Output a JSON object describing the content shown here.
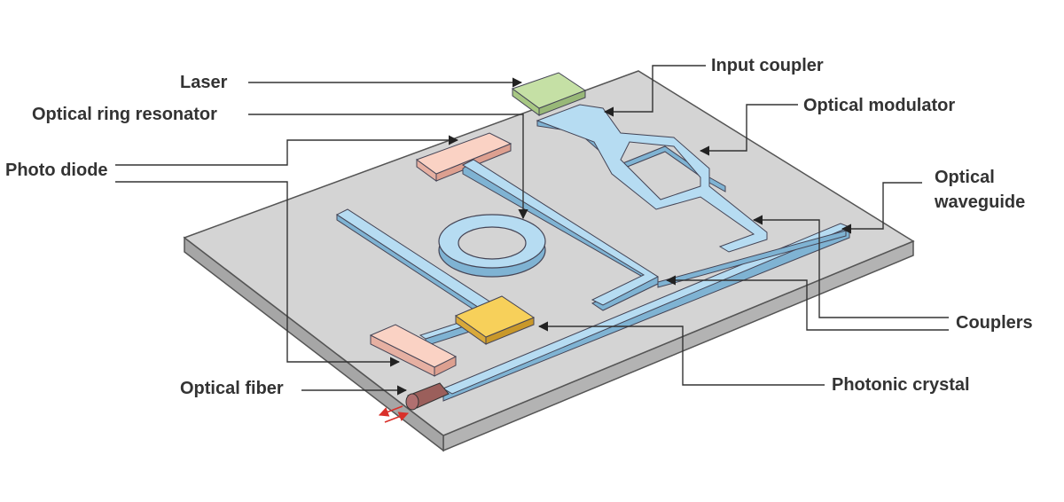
{
  "labels": {
    "laser": "Laser",
    "ring_resonator": "Optical ring resonator",
    "photo_diode": "Photo diode",
    "optical_fiber": "Optical fiber",
    "input_coupler": "Input coupler",
    "optical_modulator": "Optical modulator",
    "optical_waveguide_line1": "Optical",
    "optical_waveguide_line2": "waveguide",
    "couplers": "Couplers",
    "photonic_crystal": "Photonic crystal"
  },
  "colors": {
    "substrate_top": "#d4d4d4",
    "substrate_side": "#b3b3b3",
    "waveguide": "#b6dcf2",
    "waveguide_side": "#7fb3d3",
    "laser": "#c5e0a5",
    "photo_diode": "#fad2c4",
    "photonic_crystal": "#f7d05a",
    "fiber": "#9b5f5b",
    "signal_arrow": "#d9302a",
    "leader": "#333333"
  }
}
